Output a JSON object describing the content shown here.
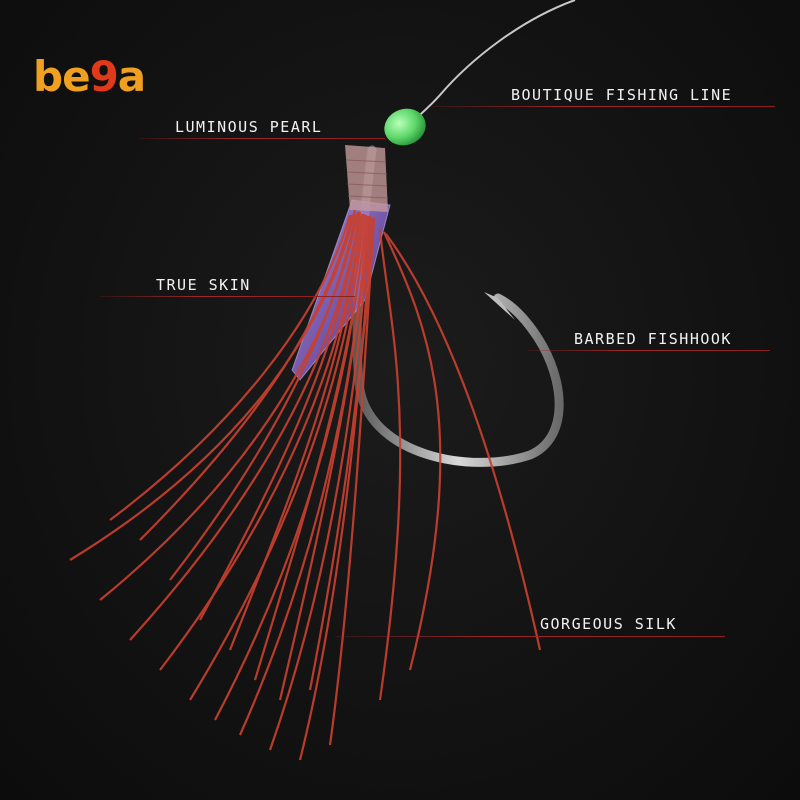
{
  "brand": {
    "logo_text_1": "be",
    "logo_text_2": "9",
    "logo_text_3": "a"
  },
  "callouts": {
    "line": "BOUTIQUE FISHING LINE",
    "pearl": "LUMINOUS PEARL",
    "skin": "TRUE SKIN",
    "hook": "BARBED FISHHOOK",
    "silk": "GORGEOUS SILK"
  },
  "colors": {
    "accent_logo": "#f0a020",
    "pearl": "#6be07a",
    "silk": "#c8402e",
    "rule": "#a02828"
  }
}
